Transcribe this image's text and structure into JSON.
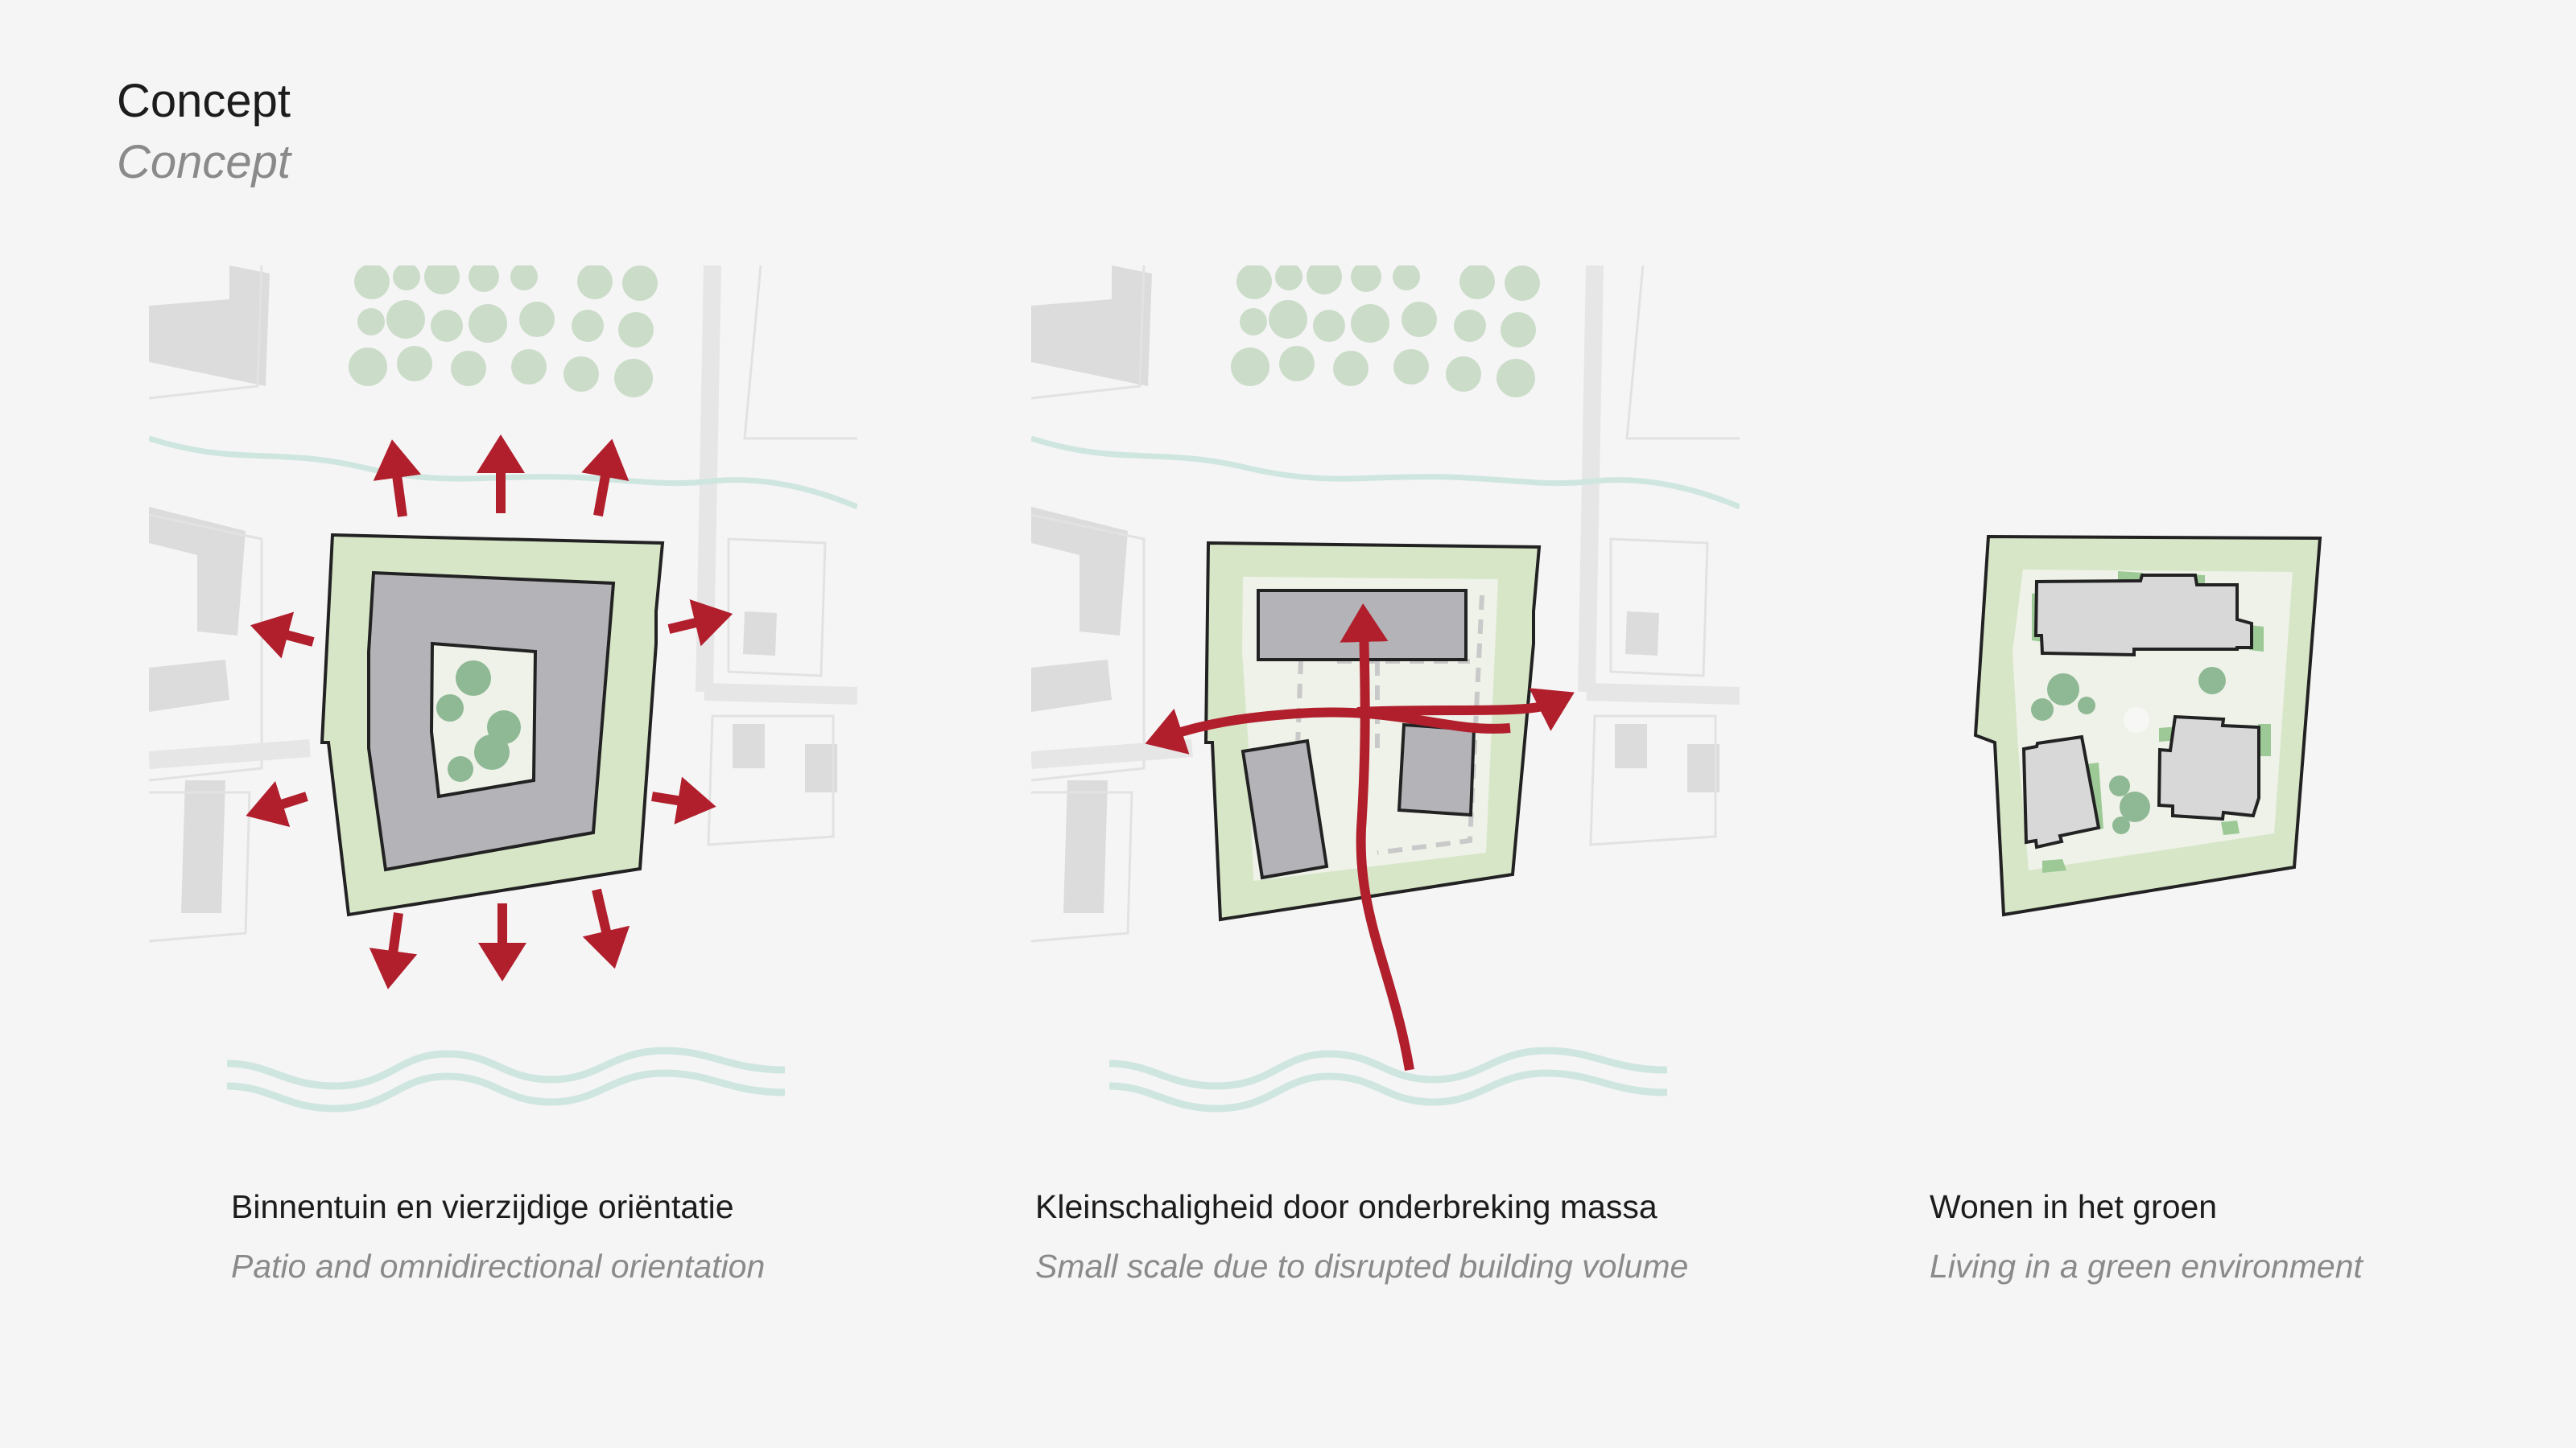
{
  "header": {
    "title_nl": "Concept",
    "title_en": "Concept"
  },
  "panels": [
    {
      "caption_nl": "Binnentuin en vierzijdige oriëntatie",
      "caption_en": "Patio and omnidirectional orientation"
    },
    {
      "caption_nl": "Kleinschaligheid door onderbreking massa",
      "caption_en": "Small scale due to disrupted building volume"
    },
    {
      "caption_nl": "Wonen in het groen",
      "caption_en": "Living in a green environment"
    }
  ],
  "colors": {
    "background": "#f5f5f5",
    "site_green": "#d8e6c8",
    "courtyard": "#eef2e8",
    "building": "#b4b4b8",
    "tree": "#8fb894",
    "arrow": "#b11f2d",
    "water": "#cfe6e0",
    "context_building": "#dcdcdc"
  }
}
